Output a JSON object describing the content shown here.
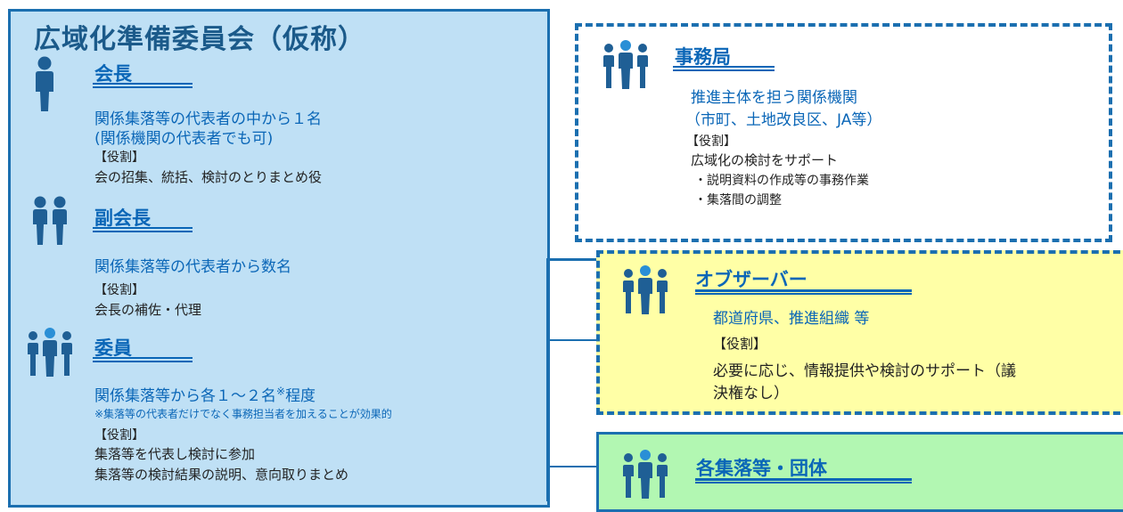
{
  "committee": {
    "title": "広域化準備委員会（仮称）",
    "chair": {
      "heading": "会長",
      "line1": "関係集落等の代表者の中から１名",
      "line2": "(関係機関の代表者でも可)",
      "role_label": "【役割】",
      "role": "会の招集、統括、検討のとりまとめ役"
    },
    "vice_chair": {
      "heading": "副会長",
      "line1": "関係集落等の代表者から数名",
      "role_label": "【役割】",
      "role": "会長の補佐・代理"
    },
    "members": {
      "heading": "委員",
      "line1": "関係集落等から各１～２名",
      "line1_sup": "※",
      "line1_suffix": "程度",
      "note": "※集落等の代表者だけでなく事務担当者を加えることが効果的",
      "role_label": "【役割】",
      "role1": "集落等を代表し検討に参加",
      "role2": "集落等の検討結果の説明、意向取りまとめ"
    }
  },
  "secretariat": {
    "heading": "事務局",
    "line1": "推進主体を担う関係機関",
    "line2": "（市町、土地改良区、JA等）",
    "role_label": "【役割】",
    "role": "広域化の検討をサポート",
    "item1": "・説明資料の作成等の事務作業",
    "item2": "・集落間の調整"
  },
  "observer": {
    "heading": "オブザーバー",
    "line1": "都道府県、推進組織 等",
    "role_label": "【役割】",
    "role1": "必要に応じ、情報提供や検討のサポート（議",
    "role2": "決権なし）"
  },
  "groups": {
    "heading": "各集落等・団体"
  },
  "colors": {
    "border_blue": "#1b6fb0",
    "text_blue": "#0a66b7",
    "committee_bg": "#bfe0f5",
    "observer_bg": "#ffffa6",
    "groups_bg": "#b2f7b2",
    "icon_color": "#1f5f95",
    "icon_accent": "#2a8fd6"
  },
  "icons": [
    "person-icon",
    "two-people-icon",
    "group-icon"
  ]
}
